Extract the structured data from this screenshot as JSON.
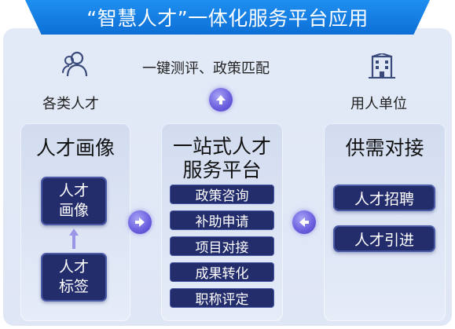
{
  "title": "“智慧人才”一体化服务平台应用",
  "top": {
    "left_label": "各类人才",
    "center_label": "一键测评、政策匹配",
    "right_label": "用人单位"
  },
  "panels": {
    "left": {
      "title": "人才画像",
      "box_top": [
        "人才",
        "画像"
      ],
      "box_bottom": [
        "人才",
        "标签"
      ]
    },
    "center": {
      "title": [
        "一站式人才",
        "服务平台"
      ],
      "services": [
        "政策咨询",
        "补助申请",
        "项目对接",
        "成果转化",
        "职称评定"
      ]
    },
    "right": {
      "title": "供需对接",
      "items": [
        "人才招聘",
        "人才引进"
      ]
    }
  },
  "colors": {
    "banner": "#1485ec",
    "dark_box": "#232d6c",
    "circle": "#6e62e0",
    "background": "#e0e7f6"
  }
}
